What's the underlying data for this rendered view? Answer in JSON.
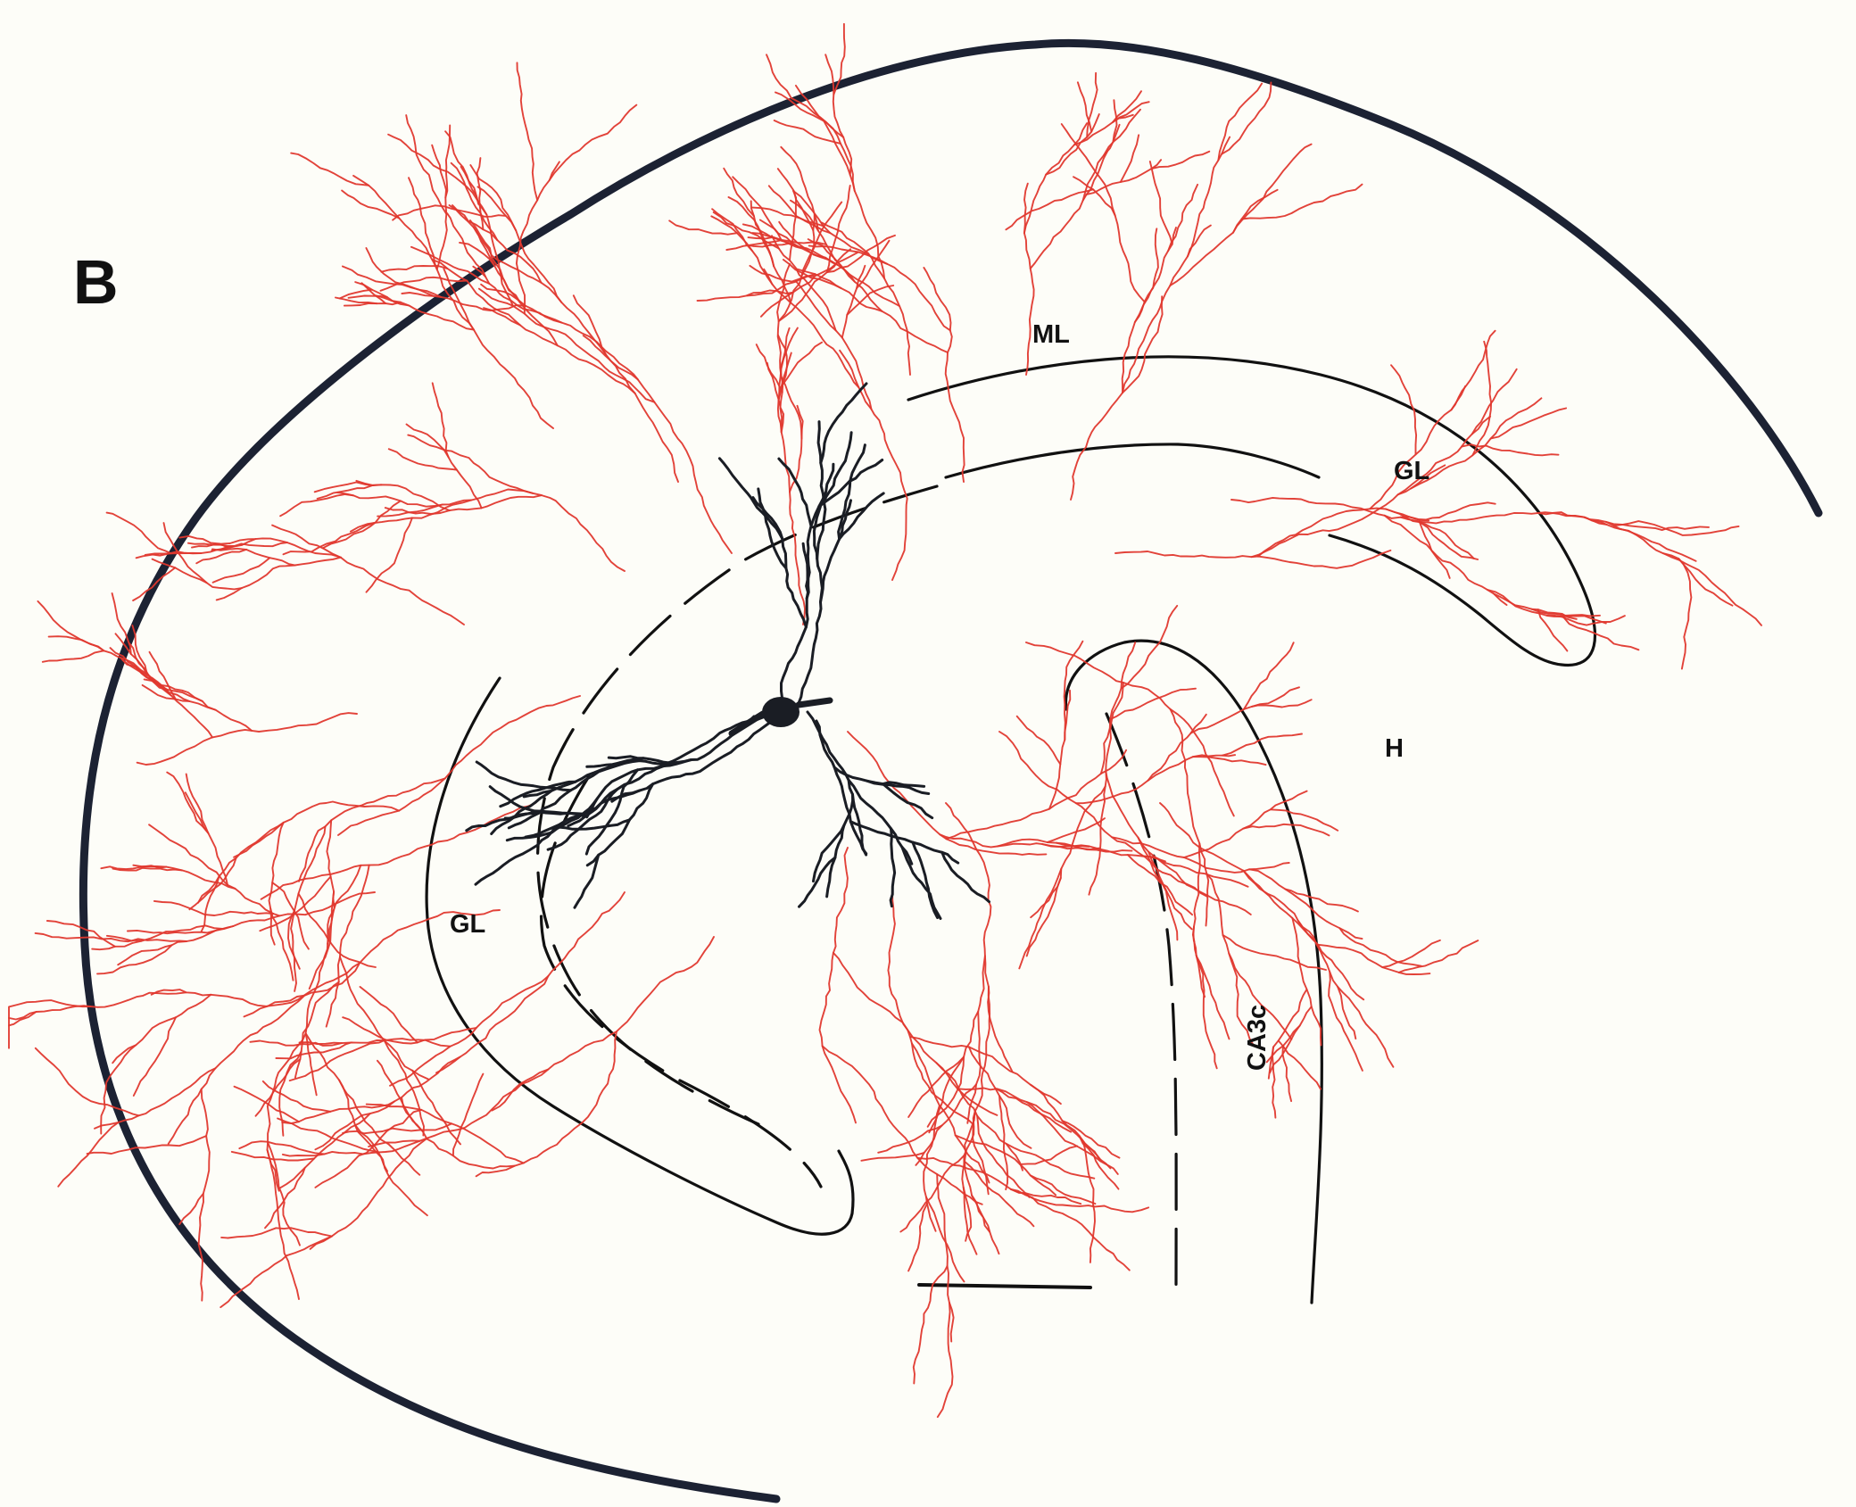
{
  "panel_label": "B",
  "labels": {
    "ml": "ML",
    "gl_upper": "GL",
    "gl_lower": "GL",
    "hilus": "H",
    "ca3c": "CA3c"
  },
  "colors": {
    "axon": "#e0382e",
    "dendrite": "#1a1d24",
    "outline": "#1c2233",
    "background": "#fdfdf8"
  }
}
